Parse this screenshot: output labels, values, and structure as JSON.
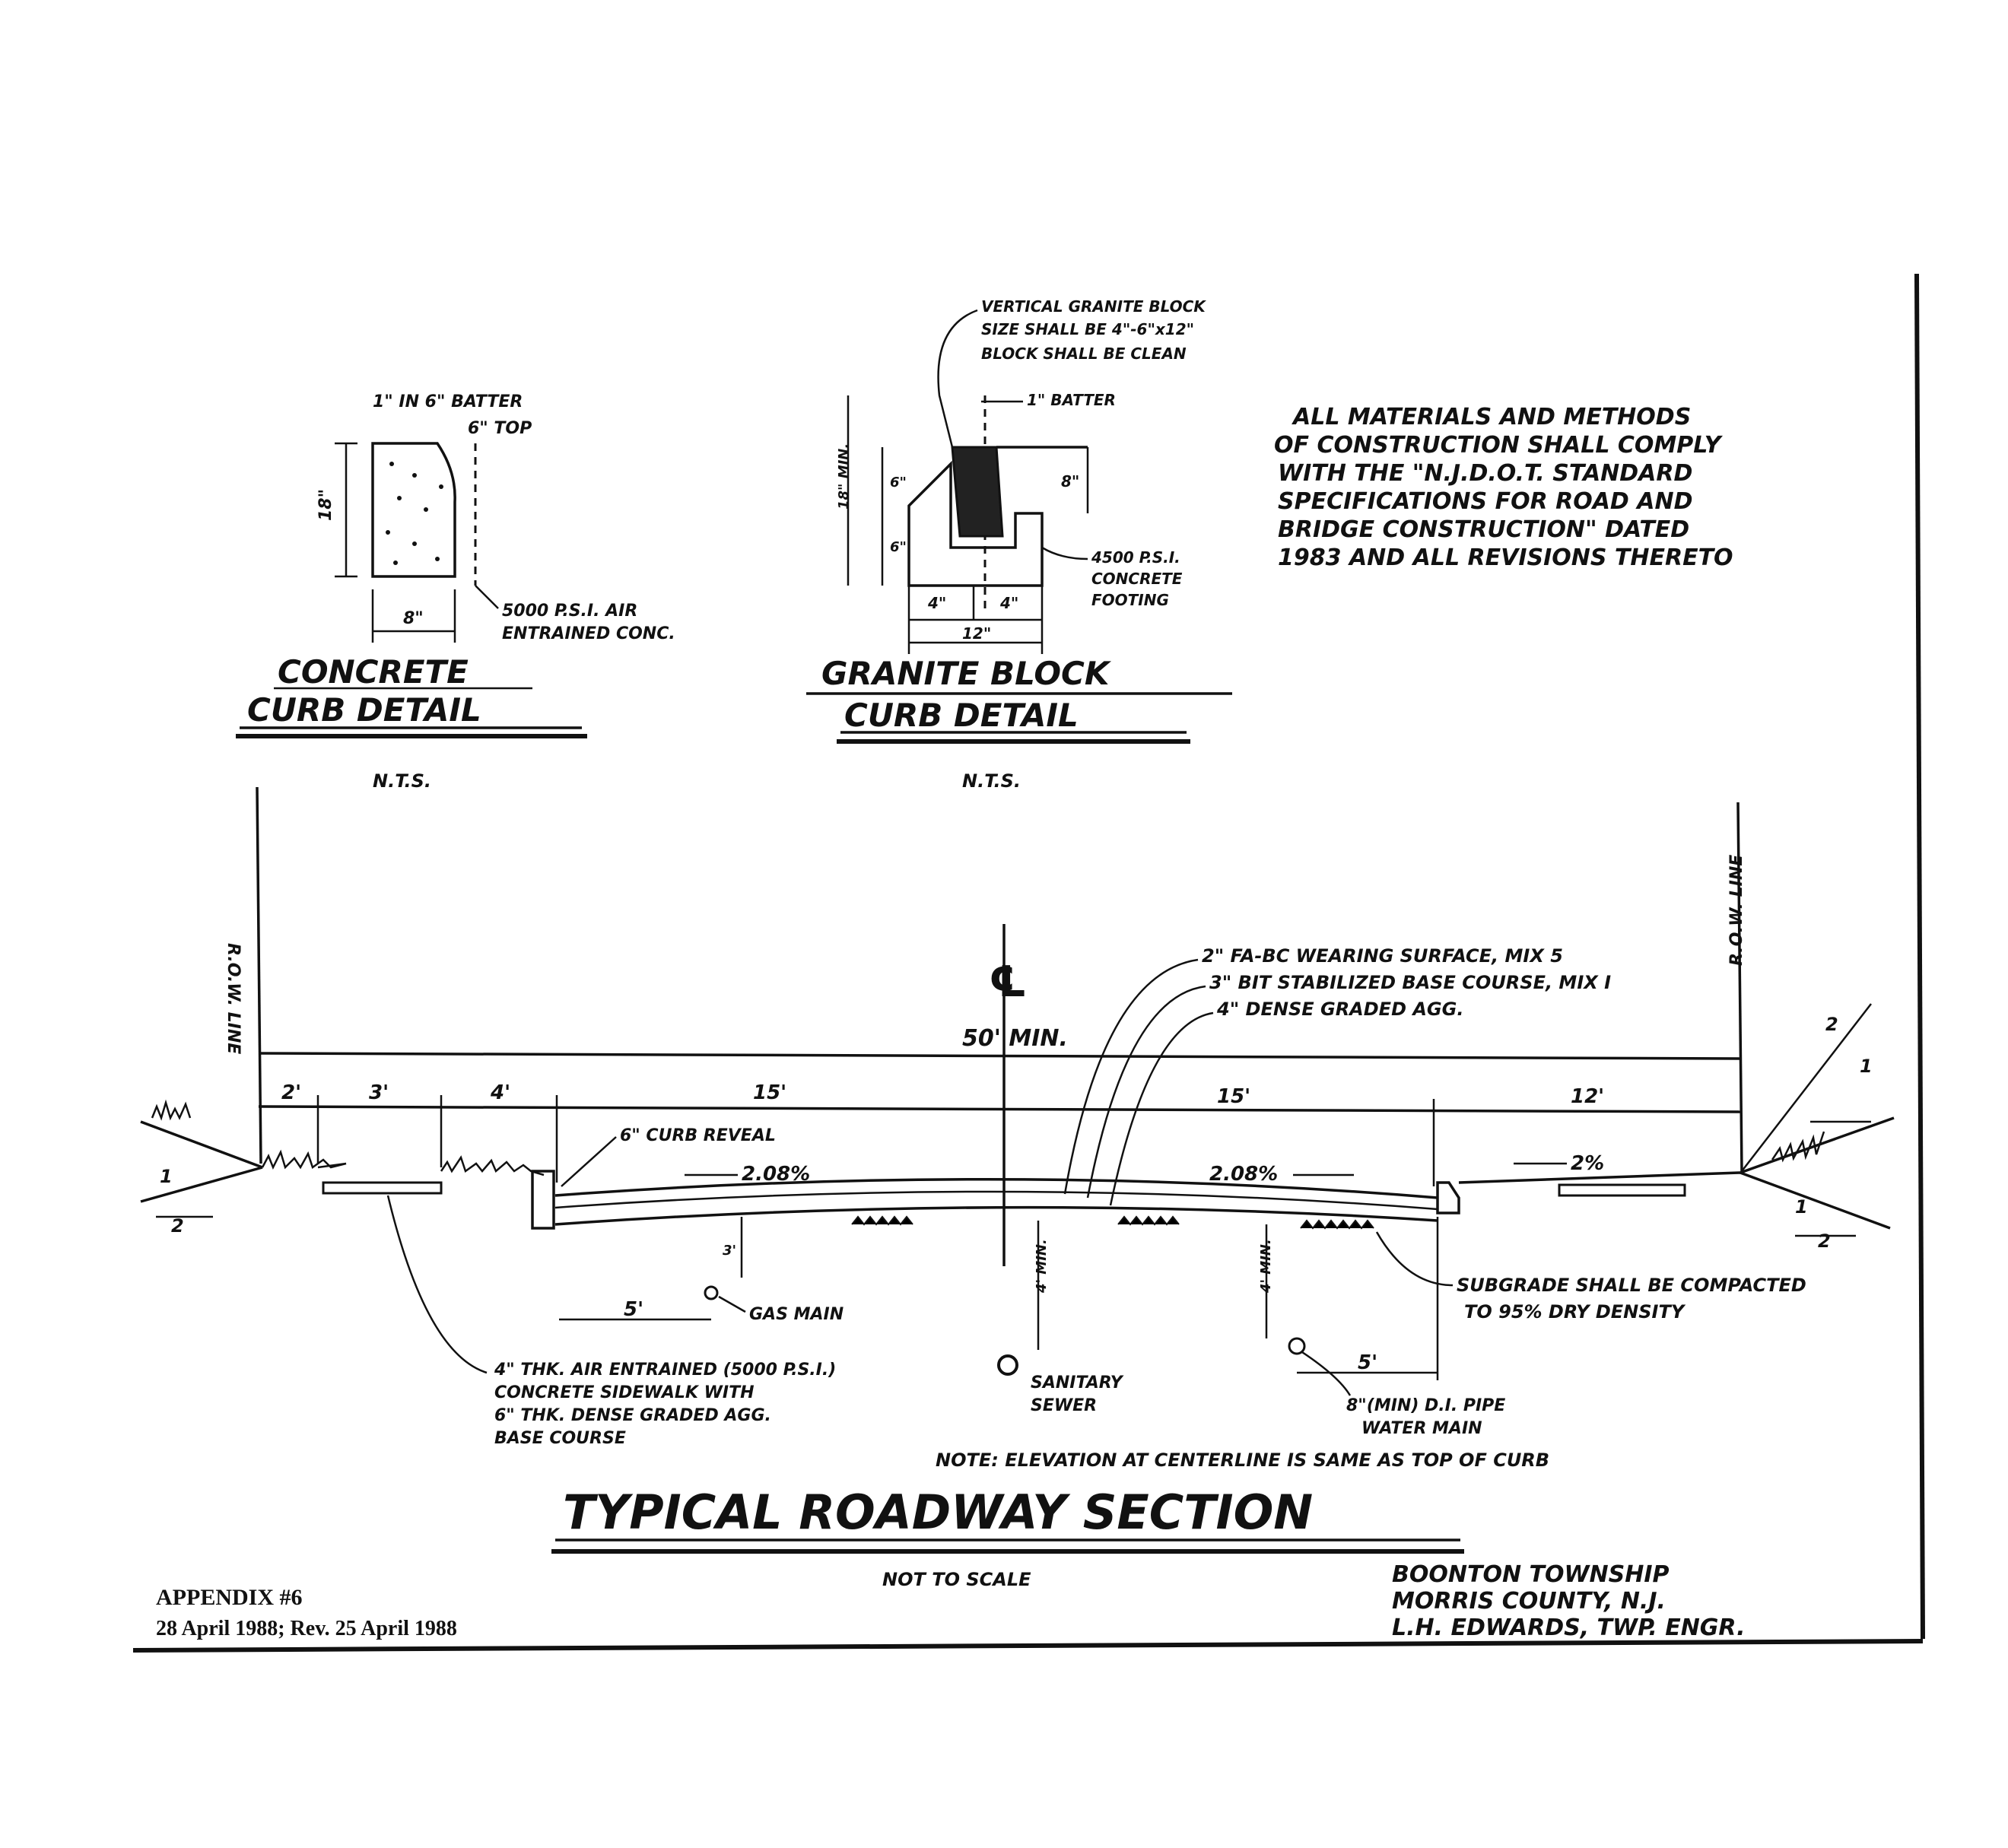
{
  "concrete_curb": {
    "title_line1": "CONCRETE",
    "title_line2": "CURB DETAIL",
    "scale": "N.T.S.",
    "batter_note": "1\" IN 6\" BATTER",
    "top_width": "6\" TOP",
    "height": "18\"",
    "bottom_width": "8\"",
    "material_line1": "5000 P.S.I. AIR",
    "material_line2": "ENTRAINED CONC."
  },
  "granite_curb": {
    "title_line1": "GRANITE BLOCK",
    "title_line2": "CURB DETAIL",
    "scale": "N.T.S.",
    "block_note_line1": "VERTICAL GRANITE BLOCK",
    "block_note_line2": "SIZE SHALL BE 4\"-6\"x12\"",
    "block_note_line3": "BLOCK SHALL BE CLEAN",
    "batter": "1\" BATTER",
    "min_height": "18\" MIN.",
    "dim_6a": "6\"",
    "dim_6b": "6\"",
    "dim_4a": "4\"",
    "dim_4b": "4\"",
    "dim_8": "8\"",
    "width": "12\"",
    "footing_line1": "4500 P.S.I.",
    "footing_line2": "CONCRETE",
    "footing_line3": "FOOTING"
  },
  "general_note": {
    "line1": "ALL MATERIALS AND METHODS",
    "line2": "OF CONSTRUCTION SHALL COMPLY",
    "line3": "WITH THE \"N.J.D.O.T. STANDARD",
    "line4": "SPECIFICATIONS FOR ROAD AND",
    "line5": "BRIDGE CONSTRUCTION\" DATED",
    "line6": "1983 AND ALL REVISIONS THERETO"
  },
  "section": {
    "title": "TYPICAL ROADWAY SECTION",
    "scale": "NOT TO SCALE",
    "row_left": "R.O.W. LINE",
    "row_right": "R.O.W. LINE",
    "centerline_symbol": "℄",
    "row_width": "50' MIN.",
    "dims": [
      "2'",
      "3'",
      "4'",
      "15'",
      "15'",
      "12'"
    ],
    "curb_reveal": "6\" CURB REVEAL",
    "slope_left": "2.08%",
    "slope_right": "2.08%",
    "slope_shoulder": "2%",
    "left_slope_ratio_top": "1",
    "left_slope_ratio_bottom": "2",
    "right_slope_ratio_top": "2",
    "right_slope_ratio_bottom": "1",
    "right_slope_ratio_low_top": "1",
    "right_slope_ratio_low_bottom": "2",
    "pave_line1": "2\" FA-BC WEARING SURFACE, MIX 5",
    "pave_line2": "3\" BIT STABILIZED BASE COURSE, MIX I",
    "pave_line3": "4\" DENSE GRADED AGG.",
    "gas_offset": "5'",
    "gas_main": "GAS MAIN",
    "gas_depth": "3'",
    "sewer_depth": "4' MIN.",
    "sewer_line1": "SANITARY",
    "sewer_line2": "SEWER",
    "water_depth": "4' MIN.",
    "water_offset": "5'",
    "water_line1": "8\"(MIN) D.I. PIPE",
    "water_line2": "WATER MAIN",
    "subgrade_line1": "SUBGRADE SHALL BE COMPACTED",
    "subgrade_line2": "TO 95% DRY DENSITY",
    "sidewalk_line1": "4\" THK. AIR ENTRAINED (5000 P.S.I.)",
    "sidewalk_line2": "CONCRETE SIDEWALK WITH",
    "sidewalk_line3": "6\" THK. DENSE GRADED AGG.",
    "sidewalk_line4": "BASE COURSE",
    "note": "NOTE: ELEVATION AT CENTERLINE IS SAME AS TOP OF CURB"
  },
  "title_block": {
    "line1": "BOONTON TOWNSHIP",
    "line2": "MORRIS COUNTY, N.J.",
    "line3": "L.H. EDWARDS, TWP. ENGR."
  },
  "appendix": {
    "line1": "APPENDIX #6",
    "line2": "28 April 1988; Rev. 25 April 1988"
  }
}
